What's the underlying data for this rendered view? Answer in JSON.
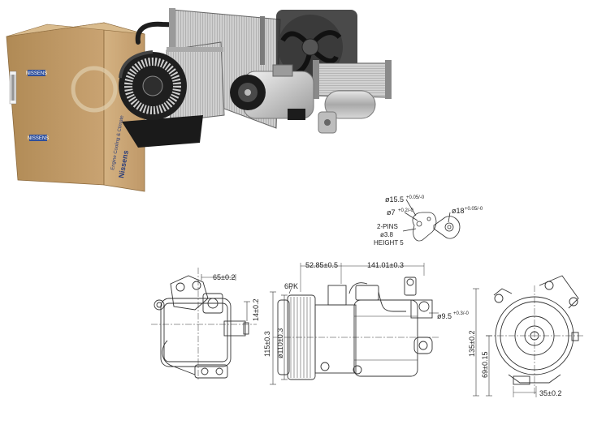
{
  "photo": {
    "box_brand": "NISSENS",
    "box_brand_side": "Nissens",
    "box_side_text": "Engine Cooling & Climate"
  },
  "details": {
    "d1": "ø15.5",
    "d1_tol": "+0.05/-0",
    "d2": "ø7",
    "d2_tol": "+0.2/-0",
    "d3": "ø18",
    "d3_tol": "+0.05/-0",
    "pins": "2-PINS",
    "pin_d": "ø3.8",
    "height": "HEIGHT 5"
  },
  "dims": {
    "w65": "65±0.2",
    "w52": "52.85±0.5",
    "w141": "141.01±0.3",
    "belt": "6PK",
    "h14": "14±0.2",
    "h115": "115±0.3",
    "d110": "ø110±0.3",
    "d95": "ø9.5",
    "d95_tol": "+0.3/-0",
    "h135": "135±0.2",
    "h69": "69±0.15",
    "w35": "35±0.2"
  }
}
